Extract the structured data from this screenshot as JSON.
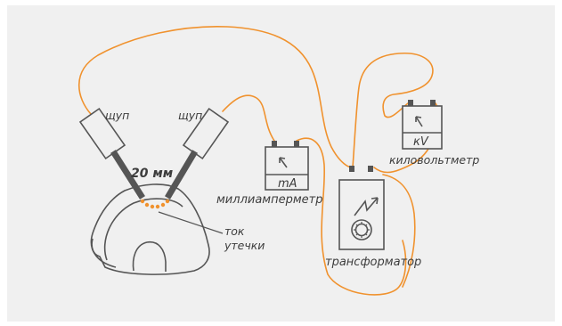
{
  "labels": {
    "probe_left": "щуп",
    "probe_right": "щуп",
    "distance": "20 мм",
    "leakage_line1": "ток",
    "leakage_line2": "утечки",
    "milliammeter": "миллиамперметр",
    "milliammeter_unit": "mA",
    "kilovoltmeter": "киловольтметр",
    "kilovoltmeter_unit": "кV",
    "transformer": "трансформатор"
  },
  "colors": {
    "background": "#f0f0f0",
    "wire": "#f0922e",
    "outline": "#555555",
    "probe_rod": "#555555",
    "leakage_dots": "#f0922e",
    "text": "#3d3d3d"
  },
  "icons": {
    "transformer_symbol": "lightning-arrow-icon",
    "transformer_coil": "coil-icon",
    "meter_needle": "needle-icon"
  }
}
